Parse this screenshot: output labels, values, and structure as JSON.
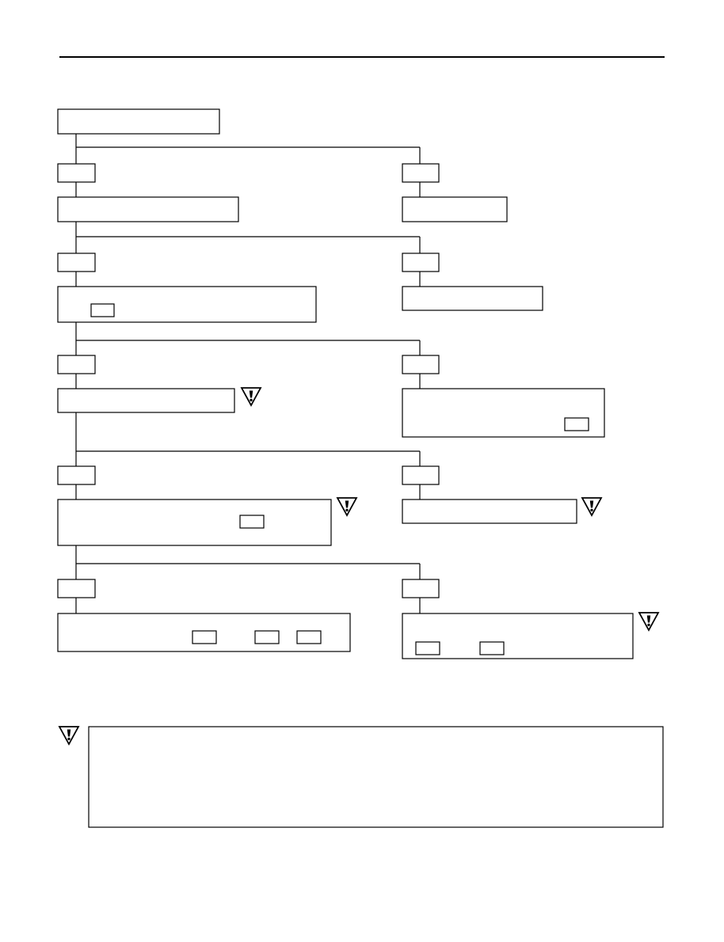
{
  "page": {
    "title": "",
    "note_text": ""
  },
  "diagram": {
    "nodes": [
      {
        "id": "start",
        "text": ""
      },
      {
        "id": "l1",
        "text": ""
      },
      {
        "id": "r1",
        "text": ""
      },
      {
        "id": "l2",
        "text": ""
      },
      {
        "id": "r2",
        "text": ""
      },
      {
        "id": "l3",
        "text": ""
      },
      {
        "id": "r3",
        "text": ""
      },
      {
        "id": "l4",
        "text": ""
      },
      {
        "id": "r4",
        "text": ""
      },
      {
        "id": "l5",
        "text": ""
      },
      {
        "id": "r5",
        "text": ""
      }
    ],
    "branch_labels": [
      "",
      "",
      "",
      "",
      "",
      "",
      "",
      "",
      "",
      ""
    ],
    "reference_tags": [
      "",
      "",
      "",
      "",
      "",
      "",
      "",
      "",
      ""
    ],
    "icons": {
      "warning": "warning-triangle-icon"
    }
  }
}
